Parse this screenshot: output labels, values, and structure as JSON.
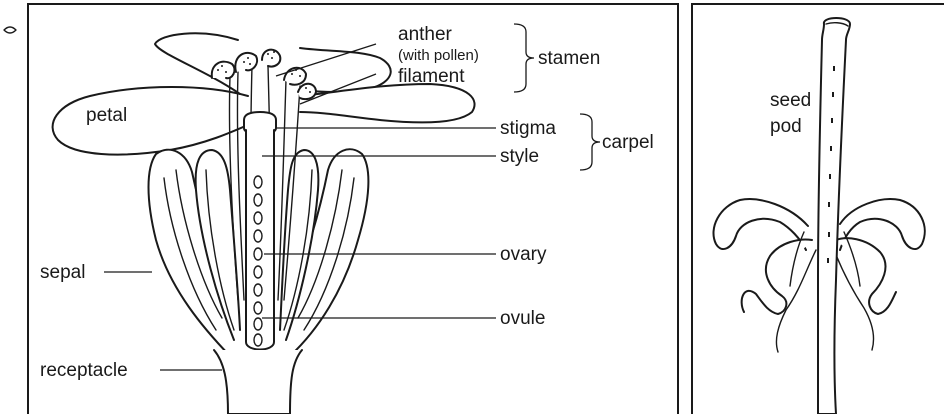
{
  "panel_left": {
    "labels": {
      "anther": "anther",
      "with_pollen": "(with pollen)",
      "filament": "filament",
      "stamen": "stamen",
      "petal": "petal",
      "stigma": "stigma",
      "style": "style",
      "carpel": "carpel",
      "ovary": "ovary",
      "sepal": "sepal",
      "ovule": "ovule",
      "receptacle": "receptacle"
    }
  },
  "panel_right": {
    "labels": {
      "seed": "seed",
      "pod": "pod"
    }
  },
  "colors": {
    "ink": "#1a1a1a",
    "background": "#ffffff"
  }
}
